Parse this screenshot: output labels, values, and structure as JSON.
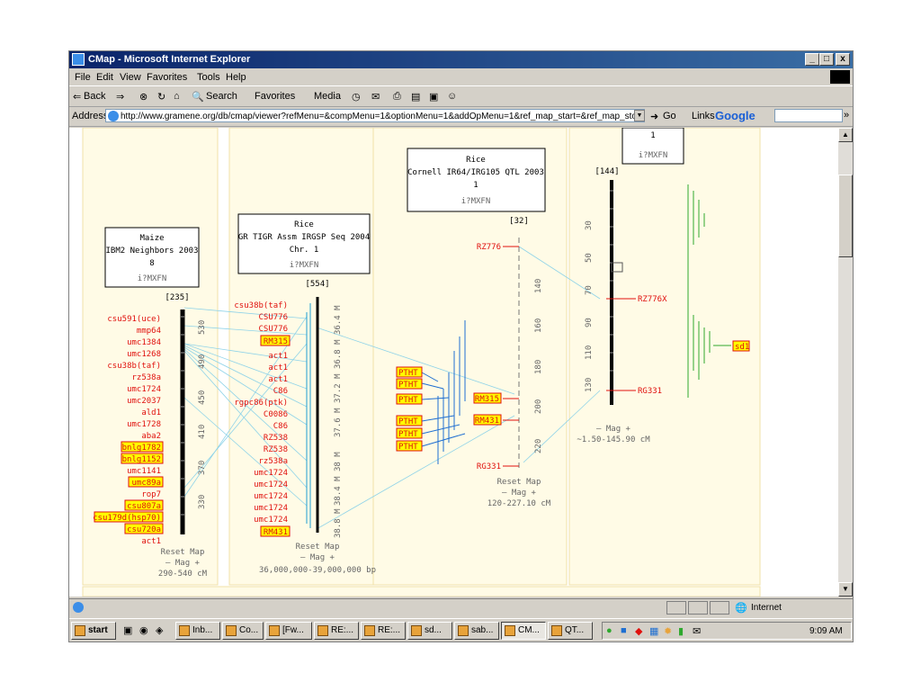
{
  "window": {
    "title": "CMap - Microsoft Internet Explorer",
    "minimize": "_",
    "maximize": "□",
    "close": "x"
  },
  "menu": [
    "File",
    "Edit",
    "View",
    "Favorites",
    "Tools",
    "Help"
  ],
  "toolbar": {
    "back": "Back",
    "search": "Search",
    "favorites": "Favorites",
    "media": "Media"
  },
  "addressbar": {
    "label": "Address",
    "url": "http://www.gramene.org/db/cmap/viewer?refMenu=&compMenu=1&optionMenu=1&addOpMenu=1&ref_map_start=&ref_map_stop=&m",
    "go": "Go",
    "links": "Links",
    "google": "Google"
  },
  "maps": {
    "top_partial": {
      "number": "1",
      "buttons": "i?MXFN",
      "bracket": "[144]",
      "scale": [
        "30",
        "50",
        "70",
        "90",
        "110",
        "130"
      ],
      "features": [
        "RZ776X",
        "RG331"
      ],
      "green_label": "sd1",
      "mag": "– Mag +",
      "range": "~1.50-145.90 cM"
    },
    "maize": {
      "species": "Maize",
      "set": "IBM2 Neighbors 2003",
      "number": "8",
      "buttons": "i?MXFN",
      "bracket": "[235]",
      "scale": [
        "530",
        "490",
        "450",
        "410",
        "370",
        "330"
      ],
      "features": [
        "csu591(uce)",
        "mmp64",
        "umc1384",
        "umc1268",
        "csu38b(taf)",
        "rz538a",
        "umc1724",
        "umc2037",
        "ald1",
        "umc1728",
        "aba2"
      ],
      "boxed": [
        "bnlg1782",
        "bnlg1152"
      ],
      "features2": [
        "umc1141"
      ],
      "boxed2": [
        "umc89a"
      ],
      "features3": [
        "rop7"
      ],
      "boxed3": [
        "csu807a",
        "csu179d(hsp70)",
        "csu720a"
      ],
      "features4": [
        "act1"
      ],
      "reset": "Reset Map",
      "mag": "– Mag +",
      "range": "290-540 cM"
    },
    "rice_tigr": {
      "species": "Rice",
      "set": "GR TIGR Assm IRGSP Seq 2004",
      "number": "Chr. 1",
      "buttons": "i?MXFN",
      "bracket": "[554]",
      "scale": [
        "36.4 M",
        "36.8 M",
        "37.2 M",
        "37.6 M",
        "38 M",
        "38.4 M",
        "38.8 M"
      ],
      "features": [
        "csu38b(taf)",
        "CSU776",
        "CSU776",
        "RM315",
        "act1",
        "act1",
        "act1",
        "C86",
        "rgpc86(ptk)",
        "C0086",
        "C86",
        "RZ538",
        "RZ538",
        "rz538a",
        "umc1724",
        "umc1724",
        "umc1724",
        "umc1724",
        "umc1724",
        "RM431"
      ],
      "reset": "Reset Map",
      "mag": "– Mag +",
      "range": "36,000,000-39,000,000 bp"
    },
    "rice_cornell": {
      "species": "Rice",
      "set": "Cornell IR64/IRG105 QTL 2003",
      "number": "1",
      "buttons": "i?MXFN",
      "bracket": "[32]",
      "scale": [
        "140",
        "160",
        "180",
        "200",
        "220"
      ],
      "features": [
        "RZ776",
        "RM315",
        "RM431",
        "RG331"
      ],
      "qtl": [
        "PTHT",
        "PTHT",
        "PTHT",
        "PTHT",
        "PTHT",
        "PTHT"
      ],
      "reset": "Reset Map",
      "mag": "– Mag +",
      "range": "120-227.10 cM"
    }
  },
  "status": {
    "zone": "Internet"
  },
  "taskbar": {
    "start": "start",
    "items": [
      "Inb...",
      "Co...",
      "[Fw...",
      "RE:...",
      "RE:...",
      "sd...",
      "sab...",
      "CM...",
      "QT..."
    ],
    "clock": "9:09 AM"
  },
  "colors": {
    "titlebar": "#0a246a",
    "feature_red": "#e0110e",
    "highlight_yellow": "#ffff00",
    "correspondence": "#8fd3e8",
    "qtl_blue": "#1f6fd1",
    "qtl_green": "#2fa82f",
    "map_panel": "#fffbe6"
  }
}
